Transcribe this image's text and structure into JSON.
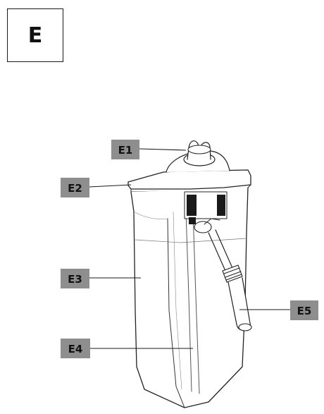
{
  "section": {
    "letter": "E"
  },
  "callouts": [
    {
      "id": "E1",
      "label": "E1"
    },
    {
      "id": "E2",
      "label": "E2"
    },
    {
      "id": "E3",
      "label": "E3"
    },
    {
      "id": "E4",
      "label": "E4"
    },
    {
      "id": "E5",
      "label": "E5"
    }
  ],
  "colors": {
    "label_fill": "#8e8e8e",
    "line": "#1a1a1a",
    "jug_outline": "#222222"
  }
}
